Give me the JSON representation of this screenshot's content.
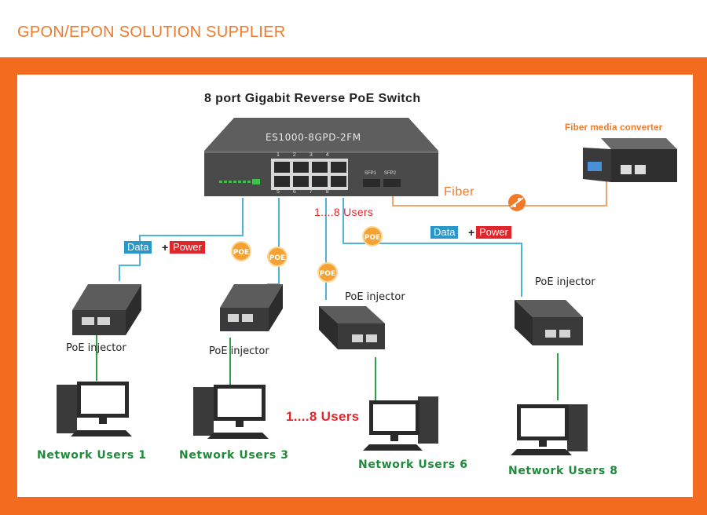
{
  "header": {
    "title": "GPON/EPON SOLUTION SUPPLIER"
  },
  "switch": {
    "title": "8 port Gigabit Reverse PoE Switch",
    "model": "ES1000-8GPD-2FM",
    "port_numbers_top": [
      "1",
      "2",
      "3",
      "4"
    ],
    "port_numbers_bottom": [
      "5",
      "6",
      "7",
      "8"
    ],
    "sfp_labels": [
      "SFP1",
      "SFP2"
    ]
  },
  "converter": {
    "title": "Fiber media converter"
  },
  "fiber_label": "Fiber",
  "users_range_small": "1....8 Users",
  "users_range_large": "1....8 Users",
  "tags": {
    "data": "Data",
    "plus": "+",
    "power": "Power"
  },
  "poe_badge": "POE",
  "injectors": [
    {
      "label": "PoE injector"
    },
    {
      "label": "PoE injector"
    },
    {
      "label": "PoE injector"
    },
    {
      "label": "PoE injector"
    }
  ],
  "users": [
    {
      "label": "Network Users 1"
    },
    {
      "label": "Network Users 3"
    },
    {
      "label": "Network Users 6"
    },
    {
      "label": "Network Users 8"
    }
  ],
  "colors": {
    "brand_orange": "#f26b1f",
    "title_orange": "#f07a2a",
    "cable_blue": "#4fb3dc",
    "cable_green": "#2e9e4a",
    "fiber_orange": "#f2a56a",
    "red": "#e3262a"
  }
}
